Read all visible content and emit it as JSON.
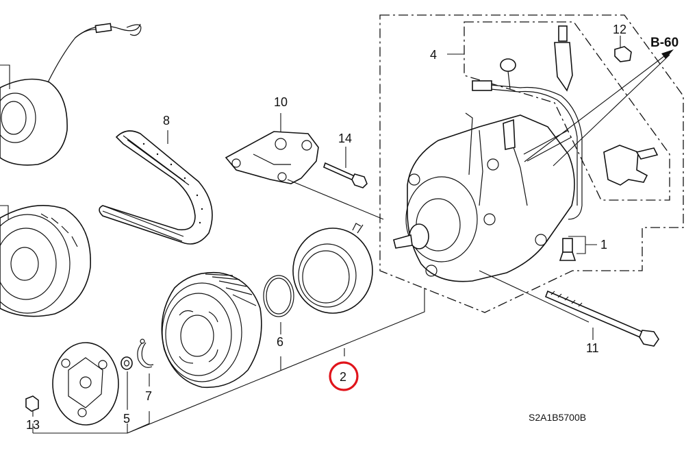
{
  "diagram": {
    "drawing_code": "S2A1B5700B",
    "reference": "B-60",
    "highlight_color": "#e0141b",
    "callouts": [
      {
        "key": "c1",
        "label": "1"
      },
      {
        "key": "c2",
        "label": "2",
        "highlighted": true
      },
      {
        "key": "c4",
        "label": "4"
      },
      {
        "key": "c5",
        "label": "5"
      },
      {
        "key": "c6",
        "label": "6"
      },
      {
        "key": "c7",
        "label": "7"
      },
      {
        "key": "c8",
        "label": "8"
      },
      {
        "key": "c10",
        "label": "10"
      },
      {
        "key": "c11",
        "label": "11"
      },
      {
        "key": "c12",
        "label": "12"
      },
      {
        "key": "c13",
        "label": "13"
      },
      {
        "key": "c14",
        "label": "14"
      }
    ]
  }
}
